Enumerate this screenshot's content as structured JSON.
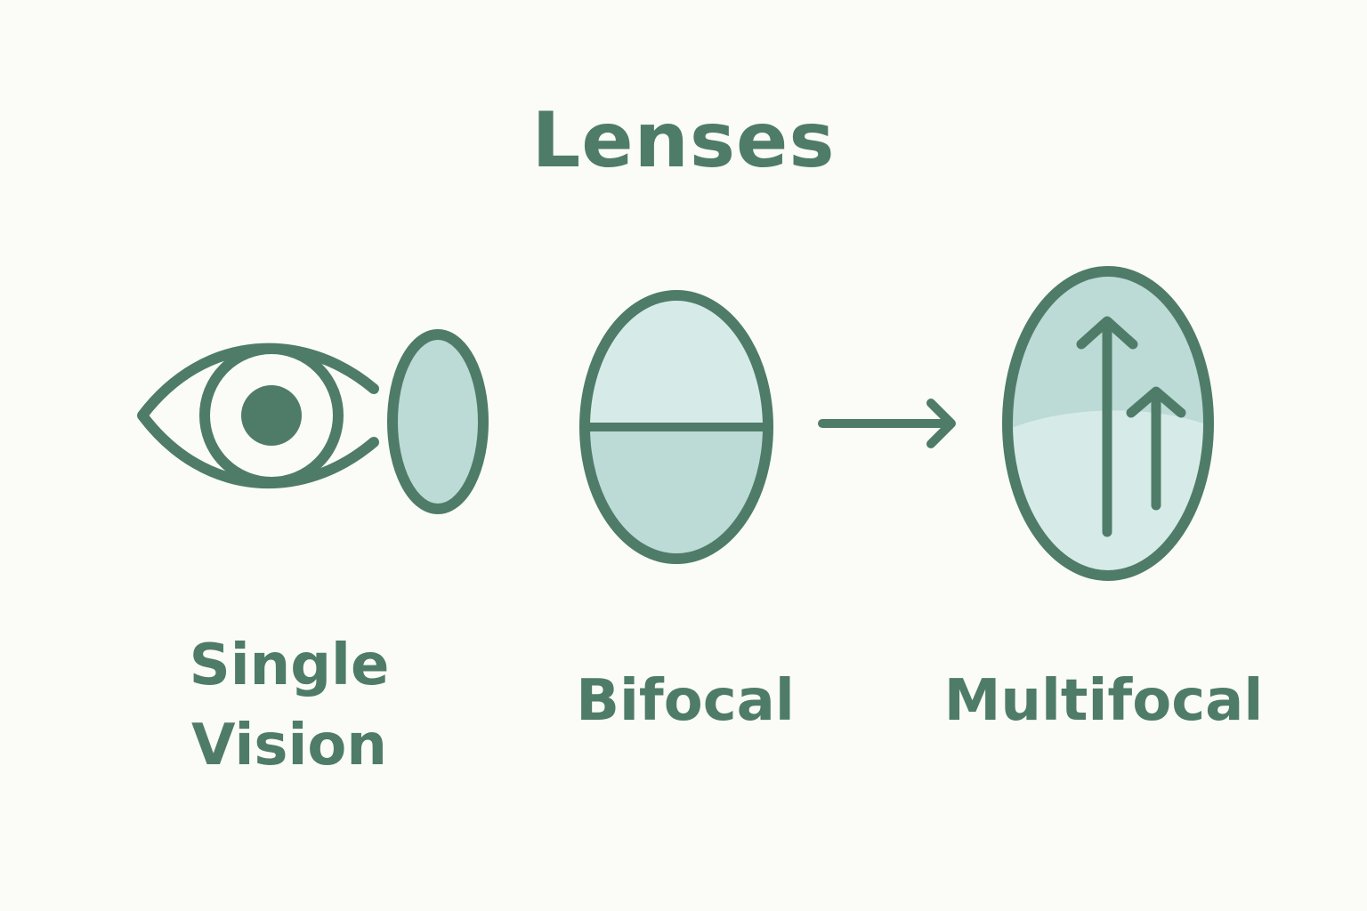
{
  "title": "Lenses",
  "colors": {
    "stroke": "#4e7c68",
    "fill_dark": "#bcdad6",
    "fill_light": "#d6ebe8",
    "background": "#fbfbf7"
  },
  "items": [
    {
      "label_line1": "Single",
      "label_line2": "Vision",
      "icon": "eye-with-lens-icon"
    },
    {
      "label": "Bifocal",
      "icon": "bifocal-lens-icon"
    },
    {
      "label": "Multifocal",
      "icon": "multifocal-lens-icon"
    }
  ],
  "connector": {
    "icon": "arrow-right-icon"
  }
}
